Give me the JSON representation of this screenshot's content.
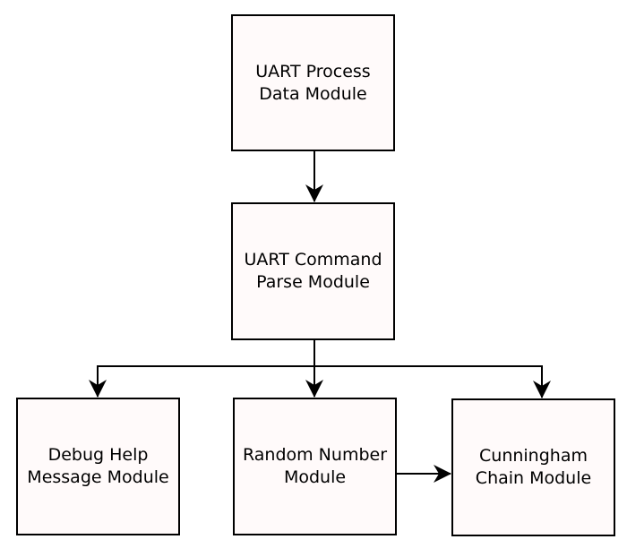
{
  "diagram": {
    "nodes": {
      "uart_process": {
        "label": "UART Process\nData Module"
      },
      "uart_command": {
        "label": "UART Command\nParse Module"
      },
      "debug_help": {
        "label": "Debug Help\nMessage Module"
      },
      "random_number": {
        "label": "Random Number\nModule"
      },
      "cunningham": {
        "label": "Cunningham\nChain Module"
      }
    },
    "edges": [
      {
        "from": "uart_process",
        "to": "uart_command"
      },
      {
        "from": "uart_command",
        "to": "debug_help"
      },
      {
        "from": "uart_command",
        "to": "random_number"
      },
      {
        "from": "uart_command",
        "to": "cunningham"
      },
      {
        "from": "random_number",
        "to": "cunningham"
      }
    ],
    "colors": {
      "box_fill": "#fffafa",
      "stroke": "#000000"
    }
  }
}
